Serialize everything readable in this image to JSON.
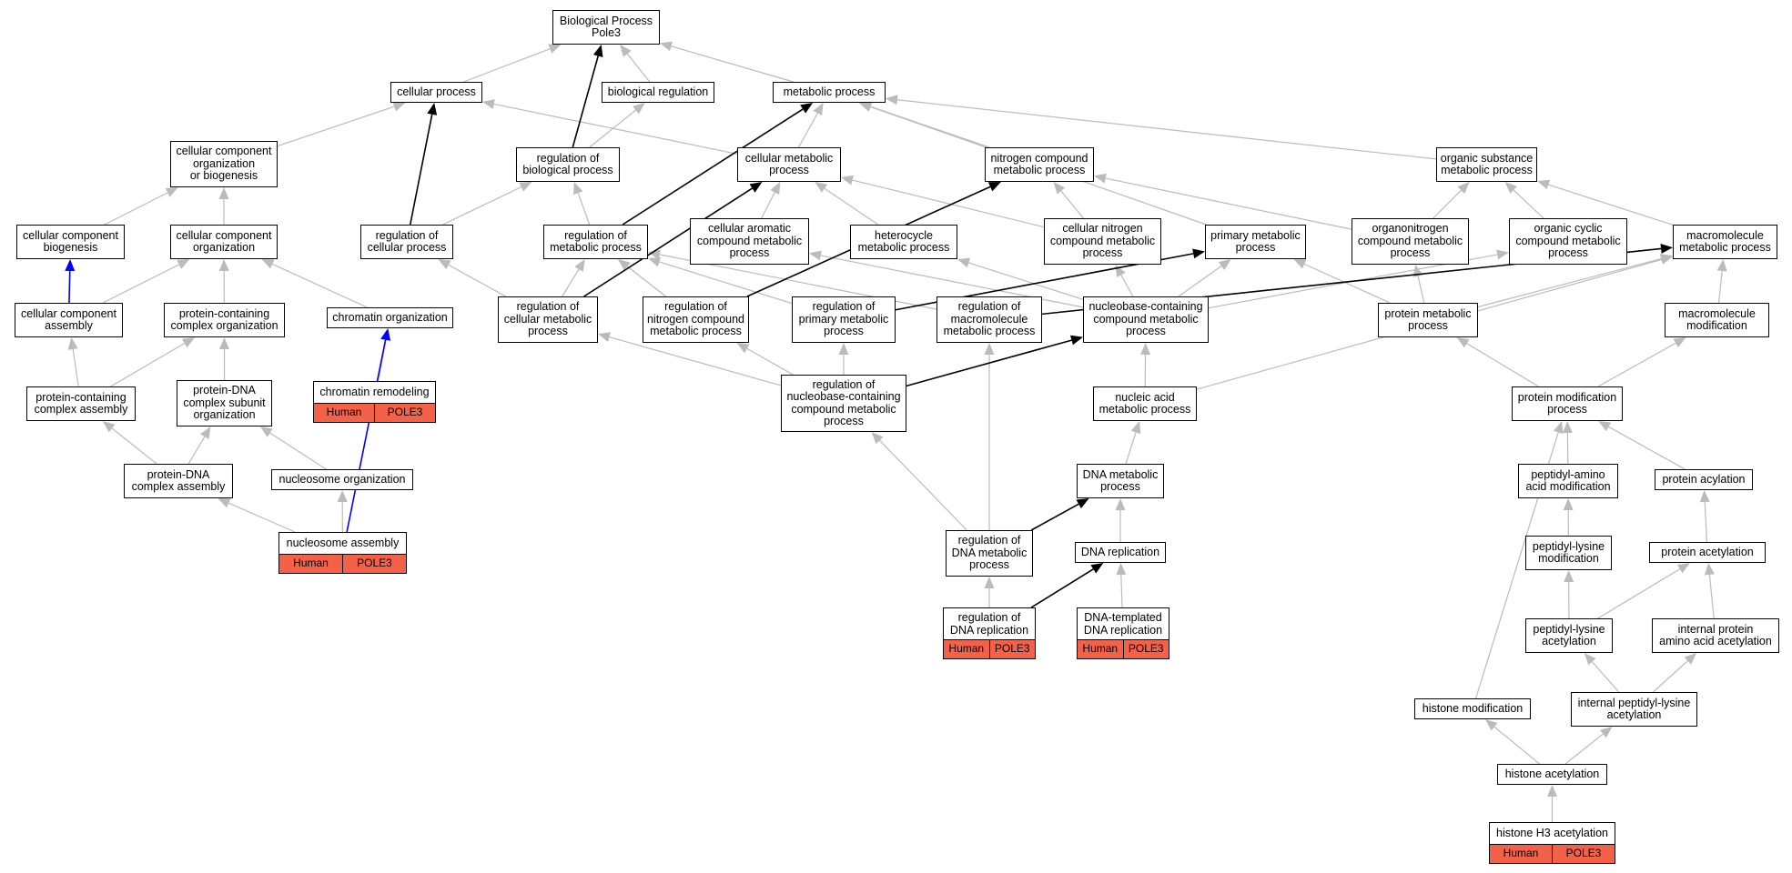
{
  "graph": {
    "nodes": [
      {
        "id": "bp",
        "label": "Biological Process\nPole3"
      },
      {
        "id": "cp",
        "label": "cellular process"
      },
      {
        "id": "br",
        "label": "biological regulation"
      },
      {
        "id": "mp",
        "label": "metabolic process"
      },
      {
        "id": "ccob",
        "label": "cellular component\norganization\nor biogenesis"
      },
      {
        "id": "rbp",
        "label": "regulation of\nbiological process"
      },
      {
        "id": "cmp",
        "label": "cellular metabolic\nprocess"
      },
      {
        "id": "ncmp",
        "label": "nitrogen compound\nmetabolic process"
      },
      {
        "id": "osmp",
        "label": "organic substance\nmetabolic process"
      },
      {
        "id": "ccb",
        "label": "cellular component\nbiogenesis"
      },
      {
        "id": "cco",
        "label": "cellular component\norganization"
      },
      {
        "id": "rcp",
        "label": "regulation of\ncellular process"
      },
      {
        "id": "rmp",
        "label": "regulation of\nmetabolic process"
      },
      {
        "id": "cacmp",
        "label": "cellular aromatic\ncompound metabolic\nprocess"
      },
      {
        "id": "hmp",
        "label": "heterocycle\nmetabolic process"
      },
      {
        "id": "cncmp",
        "label": "cellular nitrogen\ncompound metabolic\nprocess"
      },
      {
        "id": "pmp",
        "label": "primary metabolic\nprocess"
      },
      {
        "id": "oncmp",
        "label": "organonitrogen\ncompound metabolic\nprocess"
      },
      {
        "id": "occmp",
        "label": "organic cyclic\ncompound metabolic\nprocess"
      },
      {
        "id": "mmp",
        "label": "macromolecule\nmetabolic process"
      },
      {
        "id": "cca",
        "label": "cellular component\nassembly"
      },
      {
        "id": "pcco",
        "label": "protein-containing\ncomplex organization"
      },
      {
        "id": "co",
        "label": "chromatin organization"
      },
      {
        "id": "rcmp",
        "label": "regulation of\ncellular metabolic\nprocess"
      },
      {
        "id": "rncmp",
        "label": "regulation of\nnitrogen compound\nmetabolic process"
      },
      {
        "id": "rpmp",
        "label": "regulation of\nprimary metabolic\nprocess"
      },
      {
        "id": "rmmp",
        "label": "regulation of\nmacromolecule\nmetabolic process"
      },
      {
        "id": "nccmp",
        "label": "nucleobase-containing\ncompound metabolic\nprocess"
      },
      {
        "id": "protmp",
        "label": "protein metabolic\nprocess"
      },
      {
        "id": "mm",
        "label": "macromolecule\nmodification"
      },
      {
        "id": "pcca",
        "label": "protein-containing\ncomplex assembly"
      },
      {
        "id": "pdcso",
        "label": "protein-DNA\ncomplex subunit\norganization"
      },
      {
        "id": "cr",
        "label": "chromatin remodeling",
        "tags": [
          "Human",
          "POLE3"
        ]
      },
      {
        "id": "rnccmp",
        "label": "regulation of\nnucleobase-containing\ncompound metabolic\nprocess"
      },
      {
        "id": "namp",
        "label": "nucleic acid\nmetabolic process"
      },
      {
        "id": "pmodp",
        "label": "protein modification\nprocess"
      },
      {
        "id": "pdca",
        "label": "protein-DNA\ncomplex assembly"
      },
      {
        "id": "no",
        "label": "nucleosome organization"
      },
      {
        "id": "dmp",
        "label": "DNA metabolic\nprocess"
      },
      {
        "id": "pam",
        "label": "peptidyl-amino\nacid modification"
      },
      {
        "id": "pa",
        "label": "protein acylation"
      },
      {
        "id": "na",
        "label": "nucleosome assembly",
        "tags": [
          "Human",
          "POLE3"
        ]
      },
      {
        "id": "rdmp",
        "label": "regulation of\nDNA metabolic\nprocess"
      },
      {
        "id": "dr",
        "label": "DNA replication"
      },
      {
        "id": "plm",
        "label": "peptidyl-lysine\nmodification"
      },
      {
        "id": "pac",
        "label": "protein acetylation"
      },
      {
        "id": "rdr",
        "label": "regulation of\nDNA replication",
        "tags": [
          "Human",
          "POLE3"
        ]
      },
      {
        "id": "dtdr",
        "label": "DNA-templated\nDNA replication",
        "tags": [
          "Human",
          "POLE3"
        ]
      },
      {
        "id": "pla",
        "label": "peptidyl-lysine\nacetylation"
      },
      {
        "id": "ipaa",
        "label": "internal protein\namino acid acetylation"
      },
      {
        "id": "hm",
        "label": "histone modification"
      },
      {
        "id": "ipla",
        "label": "internal peptidyl-lysine\nacetylation"
      },
      {
        "id": "ha",
        "label": "histone acetylation"
      },
      {
        "id": "h3a",
        "label": "histone H3 acetylation",
        "tags": [
          "Human",
          "POLE3"
        ]
      }
    ],
    "edges": [
      {
        "from": "cp",
        "to": "bp",
        "kind": "is_a"
      },
      {
        "from": "br",
        "to": "bp",
        "kind": "is_a"
      },
      {
        "from": "mp",
        "to": "bp",
        "kind": "is_a"
      },
      {
        "from": "rbp",
        "to": "bp",
        "kind": "regulates"
      },
      {
        "from": "rbp",
        "to": "br",
        "kind": "is_a"
      },
      {
        "from": "ccob",
        "to": "cp",
        "kind": "is_a"
      },
      {
        "from": "cmp",
        "to": "cp",
        "kind": "is_a"
      },
      {
        "from": "rcp",
        "to": "cp",
        "kind": "regulates"
      },
      {
        "from": "rcp",
        "to": "rbp",
        "kind": "is_a"
      },
      {
        "from": "cmp",
        "to": "mp",
        "kind": "is_a"
      },
      {
        "from": "ncmp",
        "to": "mp",
        "kind": "is_a"
      },
      {
        "from": "osmp",
        "to": "mp",
        "kind": "is_a"
      },
      {
        "from": "pmp",
        "to": "mp",
        "kind": "is_a"
      },
      {
        "from": "rmp",
        "to": "mp",
        "kind": "regulates"
      },
      {
        "from": "rmp",
        "to": "rbp",
        "kind": "is_a"
      },
      {
        "from": "ccb",
        "to": "ccob",
        "kind": "is_a"
      },
      {
        "from": "cco",
        "to": "ccob",
        "kind": "is_a"
      },
      {
        "from": "cca",
        "to": "ccb",
        "kind": "part_of"
      },
      {
        "from": "cca",
        "to": "cco",
        "kind": "is_a"
      },
      {
        "from": "pcco",
        "to": "cco",
        "kind": "is_a"
      },
      {
        "from": "co",
        "to": "cco",
        "kind": "is_a"
      },
      {
        "from": "cacmp",
        "to": "cmp",
        "kind": "is_a"
      },
      {
        "from": "hmp",
        "to": "cmp",
        "kind": "is_a"
      },
      {
        "from": "cncmp",
        "to": "cmp",
        "kind": "is_a"
      },
      {
        "from": "cncmp",
        "to": "ncmp",
        "kind": "is_a"
      },
      {
        "from": "oncmp",
        "to": "ncmp",
        "kind": "is_a"
      },
      {
        "from": "oncmp",
        "to": "osmp",
        "kind": "is_a"
      },
      {
        "from": "occmp",
        "to": "osmp",
        "kind": "is_a"
      },
      {
        "from": "mmp",
        "to": "osmp",
        "kind": "is_a"
      },
      {
        "from": "rcmp",
        "to": "cmp",
        "kind": "regulates"
      },
      {
        "from": "rcmp",
        "to": "rcp",
        "kind": "is_a"
      },
      {
        "from": "rcmp",
        "to": "rmp",
        "kind": "is_a"
      },
      {
        "from": "rncmp",
        "to": "ncmp",
        "kind": "regulates"
      },
      {
        "from": "rncmp",
        "to": "rmp",
        "kind": "is_a"
      },
      {
        "from": "rpmp",
        "to": "pmp",
        "kind": "regulates"
      },
      {
        "from": "rpmp",
        "to": "rmp",
        "kind": "is_a"
      },
      {
        "from": "rmmp",
        "to": "mmp",
        "kind": "regulates"
      },
      {
        "from": "rmmp",
        "to": "rmp",
        "kind": "is_a"
      },
      {
        "from": "nccmp",
        "to": "cacmp",
        "kind": "is_a"
      },
      {
        "from": "nccmp",
        "to": "hmp",
        "kind": "is_a"
      },
      {
        "from": "nccmp",
        "to": "cncmp",
        "kind": "is_a"
      },
      {
        "from": "nccmp",
        "to": "pmp",
        "kind": "is_a"
      },
      {
        "from": "nccmp",
        "to": "occmp",
        "kind": "is_a"
      },
      {
        "from": "protmp",
        "to": "pmp",
        "kind": "is_a"
      },
      {
        "from": "protmp",
        "to": "oncmp",
        "kind": "is_a"
      },
      {
        "from": "protmp",
        "to": "mmp",
        "kind": "is_a"
      },
      {
        "from": "mm",
        "to": "mmp",
        "kind": "is_a"
      },
      {
        "from": "pcca",
        "to": "cca",
        "kind": "is_a"
      },
      {
        "from": "pcca",
        "to": "pcco",
        "kind": "is_a"
      },
      {
        "from": "pdcso",
        "to": "pcco",
        "kind": "is_a"
      },
      {
        "from": "cr",
        "to": "co",
        "kind": "is_a"
      },
      {
        "from": "rnccmp",
        "to": "nccmp",
        "kind": "regulates"
      },
      {
        "from": "rnccmp",
        "to": "rcmp",
        "kind": "is_a"
      },
      {
        "from": "rnccmp",
        "to": "rncmp",
        "kind": "is_a"
      },
      {
        "from": "rnccmp",
        "to": "rpmp",
        "kind": "is_a"
      },
      {
        "from": "namp",
        "to": "nccmp",
        "kind": "is_a"
      },
      {
        "from": "namp",
        "to": "mmp",
        "kind": "is_a"
      },
      {
        "from": "pmodp",
        "to": "protmp",
        "kind": "is_a"
      },
      {
        "from": "pmodp",
        "to": "mm",
        "kind": "is_a"
      },
      {
        "from": "pdca",
        "to": "pcca",
        "kind": "is_a"
      },
      {
        "from": "pdca",
        "to": "pdcso",
        "kind": "is_a"
      },
      {
        "from": "no",
        "to": "pdcso",
        "kind": "is_a"
      },
      {
        "from": "dmp",
        "to": "namp",
        "kind": "is_a"
      },
      {
        "from": "pam",
        "to": "pmodp",
        "kind": "is_a"
      },
      {
        "from": "pa",
        "to": "pmodp",
        "kind": "is_a"
      },
      {
        "from": "na",
        "to": "pdca",
        "kind": "is_a"
      },
      {
        "from": "na",
        "to": "no",
        "kind": "is_a"
      },
      {
        "from": "na",
        "to": "co",
        "kind": "part_of"
      },
      {
        "from": "rdmp",
        "to": "dmp",
        "kind": "regulates"
      },
      {
        "from": "rdmp",
        "to": "rnccmp",
        "kind": "is_a"
      },
      {
        "from": "rdmp",
        "to": "rmmp",
        "kind": "is_a"
      },
      {
        "from": "dr",
        "to": "dmp",
        "kind": "is_a"
      },
      {
        "from": "plm",
        "to": "pam",
        "kind": "is_a"
      },
      {
        "from": "pac",
        "to": "pa",
        "kind": "is_a"
      },
      {
        "from": "rdr",
        "to": "dr",
        "kind": "regulates"
      },
      {
        "from": "rdr",
        "to": "rdmp",
        "kind": "is_a"
      },
      {
        "from": "dtdr",
        "to": "dr",
        "kind": "is_a"
      },
      {
        "from": "pla",
        "to": "plm",
        "kind": "is_a"
      },
      {
        "from": "pla",
        "to": "pac",
        "kind": "is_a"
      },
      {
        "from": "ipaa",
        "to": "pac",
        "kind": "is_a"
      },
      {
        "from": "hm",
        "to": "pmodp",
        "kind": "is_a"
      },
      {
        "from": "ipla",
        "to": "pla",
        "kind": "is_a"
      },
      {
        "from": "ipla",
        "to": "ipaa",
        "kind": "is_a"
      },
      {
        "from": "ha",
        "to": "hm",
        "kind": "is_a"
      },
      {
        "from": "ha",
        "to": "ipla",
        "kind": "is_a"
      },
      {
        "from": "h3a",
        "to": "ha",
        "kind": "is_a"
      }
    ],
    "edge_colors": {
      "is_a": "#bbbbbb",
      "regulates": "#000000",
      "part_of": "#0000ff"
    },
    "tag_color": "#f26148"
  }
}
